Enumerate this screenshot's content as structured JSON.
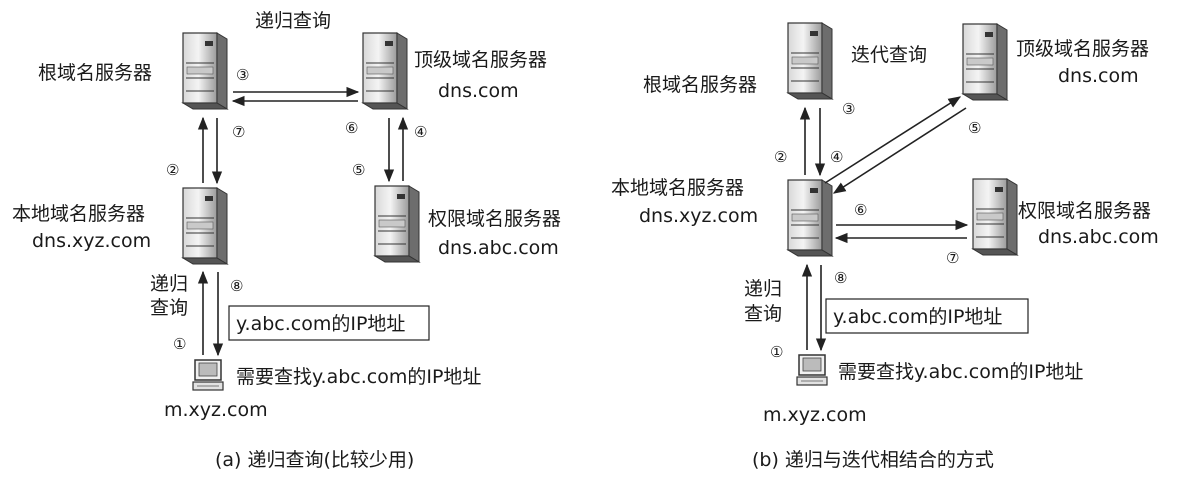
{
  "diagram_a": {
    "title": "递归查询",
    "caption": "(a) 递归查询(比较少用)",
    "root_server": "根域名服务器",
    "tld_server": "顶级域名服务器",
    "tld_host": "dns.com",
    "local_server": "本地域名服务器",
    "local_host": "dns.xyz.com",
    "auth_server": "权限域名服务器",
    "auth_host": "dns.abc.com",
    "client_host": "m.xyz.com",
    "client_query": "需要查找y.abc.com的IP地址",
    "answer_box": "y.abc.com的IP地址",
    "recursive_label_line1": "递归",
    "recursive_label_line2": "查询",
    "steps": [
      "①",
      "②",
      "③",
      "④",
      "⑤",
      "⑥",
      "⑦",
      "⑧"
    ]
  },
  "diagram_b": {
    "title": "迭代查询",
    "caption": "(b) 递归与迭代相结合的方式",
    "root_server": "根域名服务器",
    "tld_server": "顶级域名服务器",
    "tld_host": "dns.com",
    "local_server": "本地域名服务器",
    "local_host": "dns.xyz.com",
    "auth_server": "权限域名服务器",
    "auth_host": "dns.abc.com",
    "client_host": "m.xyz.com",
    "client_query": "需要查找y.abc.com的IP地址",
    "answer_box": "y.abc.com的IP地址",
    "recursive_label_line1": "递归",
    "recursive_label_line2": "查询",
    "steps": [
      "①",
      "②",
      "③",
      "④",
      "⑤",
      "⑥",
      "⑦",
      "⑧"
    ]
  }
}
